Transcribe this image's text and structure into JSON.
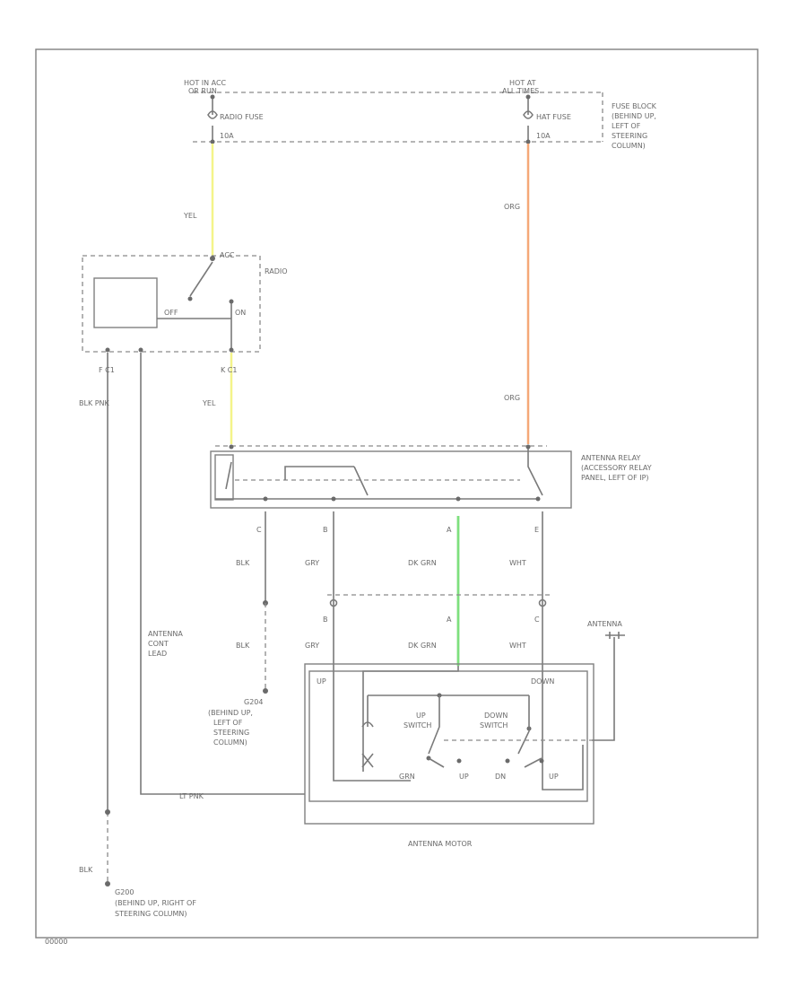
{
  "labels": {
    "hot_in_acc_1": "HOT IN ACC",
    "hot_in_acc_2": "OR RUN",
    "radio_fuse": "RADIO FUSE",
    "radio_fuse_amp": "10A",
    "hot_at_all_1": "HOT AT",
    "hot_at_all_2": "ALL TIMES",
    "hat_fuse": "HAT FUSE",
    "hat_fuse_amp": "10A",
    "fuse_block_1": "FUSE BLOCK",
    "fuse_block_2": "(BEHIND UP,",
    "fuse_block_3": "LEFT OF",
    "fuse_block_4": "STEERING",
    "fuse_block_5": "COLUMN)",
    "yel_top": "YEL",
    "org_top": "ORG",
    "radio": "RADIO",
    "acc": "ACC",
    "off": "OFF",
    "on": "ON",
    "radio_conn_1": "F  C1",
    "radio_conn_2": "K  C1",
    "blk_pnk": "BLK  PNK",
    "yel_mid": "YEL",
    "org_mid": "ORG",
    "antenna_relay_1": "ANTENNA RELAY",
    "antenna_relay_2": "(ACCESSORY RELAY",
    "antenna_relay_3": "PANEL, LEFT OF IP)",
    "pin_c": "C",
    "pin_b": "B",
    "pin_a": "A",
    "pin_e": "E",
    "blk": "BLK",
    "gry": "GRY",
    "dk_grn": "DK GRN",
    "wht": "WHT",
    "antenna_cont_1": "ANTENNA",
    "antenna_cont_2": "CONT",
    "antenna_cont_3": "LEAD",
    "conn_b": "B",
    "conn_a": "A",
    "conn_c": "C",
    "blk2": "BLK",
    "gry2": "GRY",
    "dk_grn2": "DK GRN",
    "wht2": "WHT",
    "antenna_top": "ANTENNA",
    "g204_1": "G204",
    "g204_2": "(BEHIND UP,",
    "g204_3": "LEFT OF",
    "g204_4": "STEERING",
    "g204_5": "COLUMN)",
    "up": "UP",
    "down": "DOWN",
    "up_switch_1": "UP",
    "up_switch_2": "SWITCH",
    "down_switch_1": "DOWN",
    "down_switch_2": "SWITCH",
    "grn": "GRN",
    "up_pos": "UP",
    "dn_pos": "DN",
    "up_pos2": "UP",
    "lt_pnk": "LT PNK",
    "antenna_motor": "ANTENNA MOTOR",
    "blk_bottom": "BLK",
    "g200_1": "G200",
    "g200_2": "(BEHIND UP, RIGHT OF",
    "g200_3": "STEERING COLUMN)",
    "fig_id": "00000"
  },
  "colors": {
    "yel_wire": "#f4f48a",
    "org_wire": "#f5a878",
    "grn_wire": "#7ee07e"
  }
}
